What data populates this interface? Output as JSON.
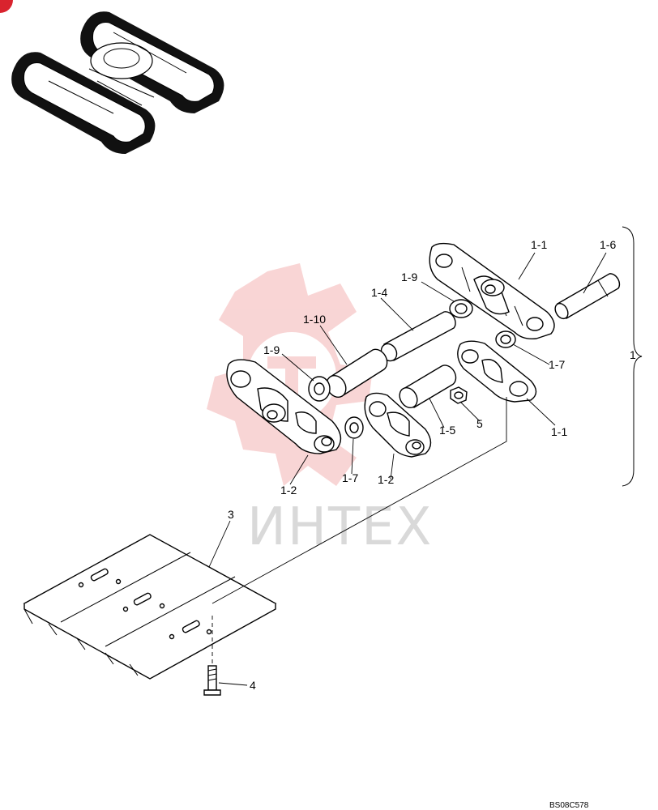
{
  "colors": {
    "watermark_red": "#f2a3a3",
    "watermark_gray": "#d9d9d9",
    "corner_badge": "#d9232e"
  },
  "watermark": {
    "text": "ИНТЕХ",
    "icon": "gear-logo-icon"
  },
  "reference_code": "BS08C578",
  "callouts": {
    "link_right_top": "1-1",
    "link_right_bottom": "1-1",
    "pin": "1-6",
    "seal_top": "1-9",
    "seal_left": "1-9",
    "pin_long": "1-4",
    "bushing": "1-10",
    "spacer_right": "1-7",
    "spacer_left": "1-7",
    "assembly": "1",
    "link_left": "1-2",
    "link_mid": "1-2",
    "bushing_short": "1-5",
    "nut": "5",
    "shoe": "3",
    "bolt": "4"
  }
}
